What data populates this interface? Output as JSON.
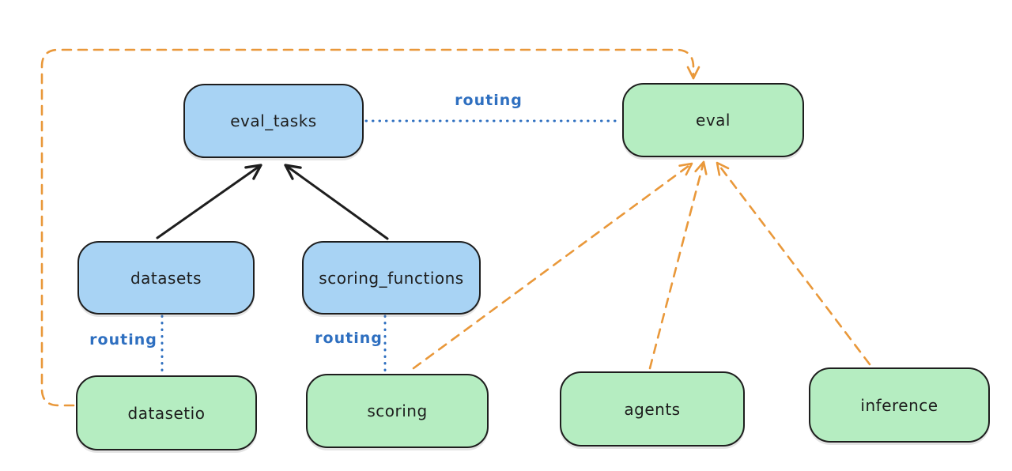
{
  "diagram": {
    "description": "Provider routing diagram: registries route to provider APIs; eval depends on datasetio, scoring, agents and inference",
    "background": "#ffffff"
  },
  "colors": {
    "node_stroke": "#1e1e1e",
    "blue_node_fill": "#a8d3f4",
    "green_node_fill": "#b5edc1",
    "routing_blue": "#2e6fc0",
    "orange_dashed": "#e9983a",
    "black_arrow": "#1e1e1e"
  },
  "nodes": [
    {
      "id": "eval_tasks",
      "label": "eval_tasks",
      "fill": "blue"
    },
    {
      "id": "eval",
      "label": "eval",
      "fill": "green"
    },
    {
      "id": "datasets",
      "label": "datasets",
      "fill": "blue"
    },
    {
      "id": "scoring_functions",
      "label": "scoring_functions",
      "fill": "blue"
    },
    {
      "id": "datasetio",
      "label": "datasetio",
      "fill": "green"
    },
    {
      "id": "scoring",
      "label": "scoring",
      "fill": "green"
    },
    {
      "id": "agents",
      "label": "agents",
      "fill": "green"
    },
    {
      "id": "inference",
      "label": "inference",
      "fill": "green"
    }
  ],
  "edge_labels": [
    {
      "id": "routing-eval_tasks-eval",
      "text": "routing"
    },
    {
      "id": "routing-datasets-datasetio",
      "text": "routing"
    },
    {
      "id": "routing-scoring_functions-scoring",
      "text": "routing"
    }
  ],
  "edges": [
    {
      "from": "datasets",
      "to": "eval_tasks",
      "style": "solid",
      "color": "#1e1e1e",
      "arrow": true
    },
    {
      "from": "scoring_functions",
      "to": "eval_tasks",
      "style": "solid",
      "color": "#1e1e1e",
      "arrow": true
    },
    {
      "from": "eval_tasks",
      "to": "eval",
      "style": "dotted",
      "color": "#2e6fc0",
      "label": "routing",
      "arrow": false
    },
    {
      "from": "datasets",
      "to": "datasetio",
      "style": "dotted",
      "color": "#2e6fc0",
      "label": "routing",
      "arrow": false
    },
    {
      "from": "scoring_functions",
      "to": "scoring",
      "style": "dotted",
      "color": "#2e6fc0",
      "label": "routing",
      "arrow": false
    },
    {
      "from": "datasetio",
      "to": "eval",
      "style": "dashed",
      "color": "#e9983a",
      "arrow": true,
      "route": "around-left-and-top"
    },
    {
      "from": "scoring",
      "to": "eval",
      "style": "dashed",
      "color": "#e9983a",
      "arrow": true
    },
    {
      "from": "agents",
      "to": "eval",
      "style": "dashed",
      "color": "#e9983a",
      "arrow": true
    },
    {
      "from": "inference",
      "to": "eval",
      "style": "dashed",
      "color": "#e9983a",
      "arrow": true
    }
  ]
}
